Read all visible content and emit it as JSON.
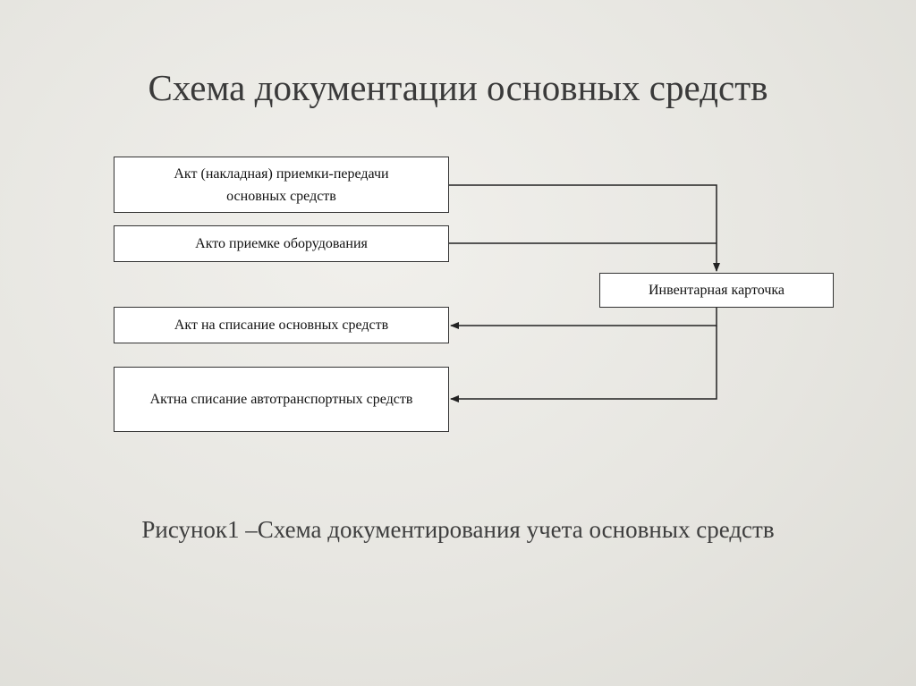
{
  "slide": {
    "title": "Схема документации основных средств",
    "caption": "Рисунок1 –Схема  документирования учета  основных средств"
  },
  "diagram": {
    "boxes": [
      {
        "id": "act-acceptance-transfer",
        "label": "Акт (накладная) приемки-передачи основных средств"
      },
      {
        "id": "act-equipment-acceptance",
        "label": "Акто приемке оборудования"
      },
      {
        "id": "act-write-off-assets",
        "label": "Акт на списание основных средств"
      },
      {
        "id": "act-write-off-vehicles",
        "label": "Актна списание автотранспортных средств"
      },
      {
        "id": "inventory-card",
        "label": "Инвентарная карточка"
      }
    ],
    "edges": [
      {
        "from": "act-acceptance-transfer",
        "to": "inventory-card"
      },
      {
        "from": "act-equipment-acceptance",
        "to": "inventory-card"
      },
      {
        "from": "inventory-card",
        "to": "act-write-off-assets"
      },
      {
        "from": "inventory-card",
        "to": "act-write-off-vehicles"
      }
    ]
  }
}
